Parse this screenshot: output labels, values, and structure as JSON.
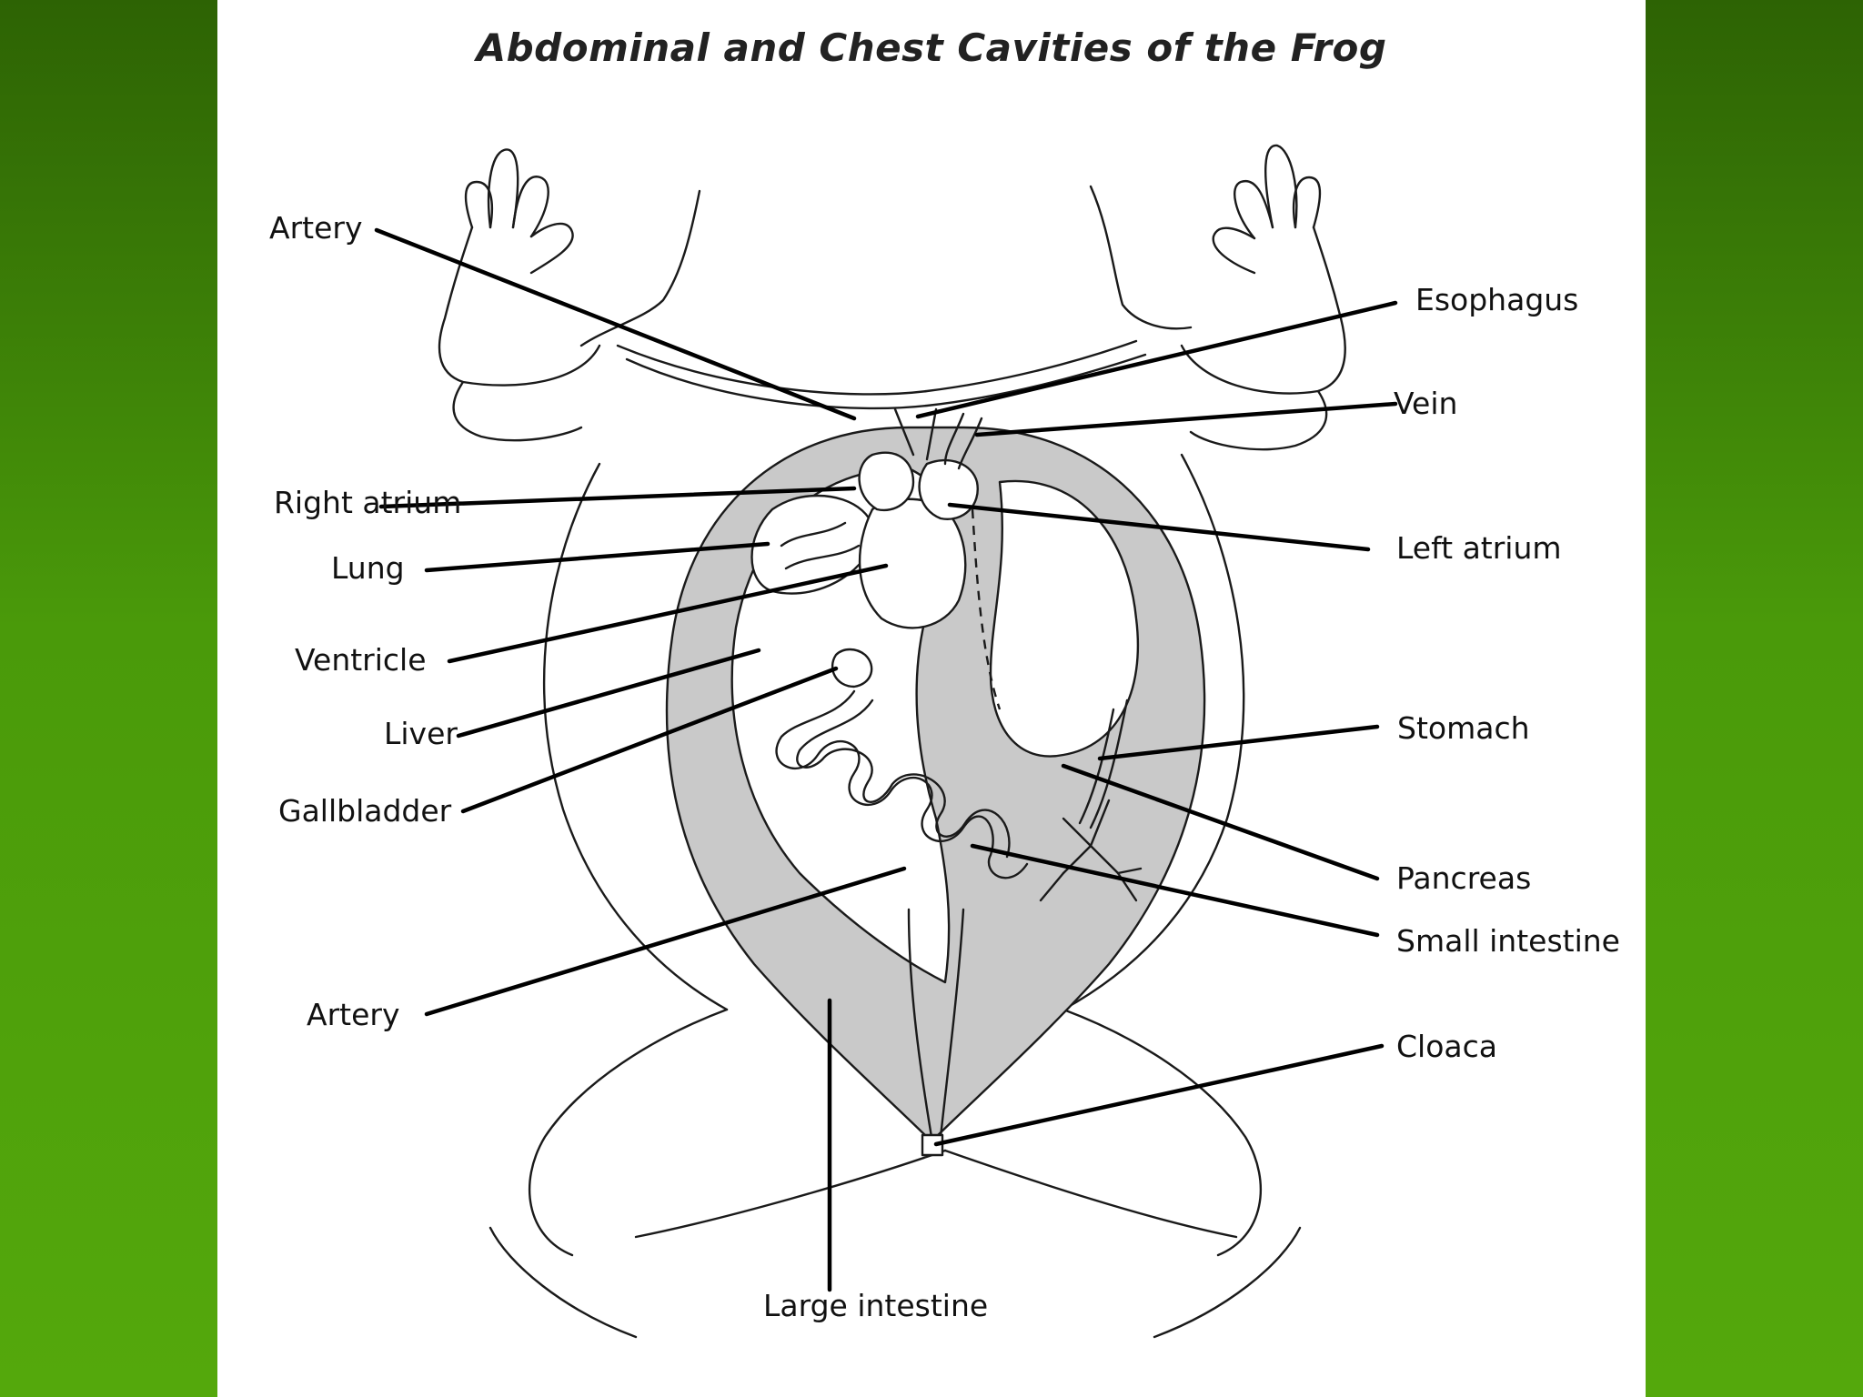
{
  "title": "Abdominal and Chest Cavities of the Frog",
  "labels": {
    "artery_top": "Artery",
    "right_atrium": "Right atrium",
    "lung": "Lung",
    "ventricle": "Ventricle",
    "liver": "Liver",
    "gallbladder": "Gallbladder",
    "artery_bottom": "Artery",
    "esophagus": "Esophagus",
    "vein": "Vein",
    "left_atrium": "Left atrium",
    "stomach": "Stomach",
    "pancreas": "Pancreas",
    "small_intestine": "Small intestine",
    "cloaca": "Cloaca",
    "large_intestine": "Large intestine"
  },
  "colors": {
    "background": "#3f8a07",
    "panel": "#ffffff",
    "cavity_fill": "#c9c9c9"
  }
}
